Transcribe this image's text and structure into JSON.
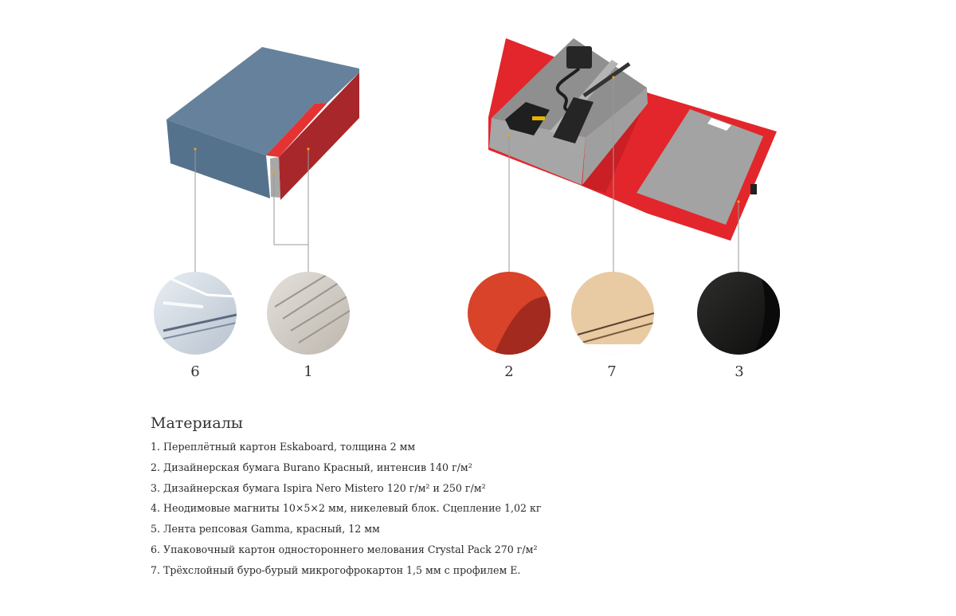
{
  "diagram": {
    "callouts": [
      {
        "id": "6",
        "label": "6"
      },
      {
        "id": "1",
        "label": "1"
      },
      {
        "id": "2",
        "label": "2"
      },
      {
        "id": "7",
        "label": "7"
      },
      {
        "id": "3",
        "label": "3"
      }
    ],
    "colors": {
      "box_blue": "#5f7a94",
      "box_red": "#e2262b",
      "box_red_dark": "#a82228",
      "inner_gray": "#a9a9a9",
      "marker": "#e8a317",
      "leader_line": "#9a9a9a"
    }
  },
  "legend": {
    "title": "Материалы",
    "items": [
      "1. Переплётный картон Eskaboard, толщина 2 мм",
      "2. Дизайнерская бумага Burano Красный, интенсив 140 г/м²",
      "3. Дизайнерская бумага Ispira Nero Mistero 120 г/м² и 250 г/м²",
      "4. Неодимовые магниты 10×5×2 мм, никелевый блок. Сцепление 1,02 кг",
      "5. Лента репсовая Gamma, красный, 12 мм",
      "6. Упаковочный картон одностороннего мелования Crystal Pack 270 г/м²",
      "7. Трёхслойный буро-бурый микрогофрокартон 1,5 мм с профилем E."
    ]
  }
}
